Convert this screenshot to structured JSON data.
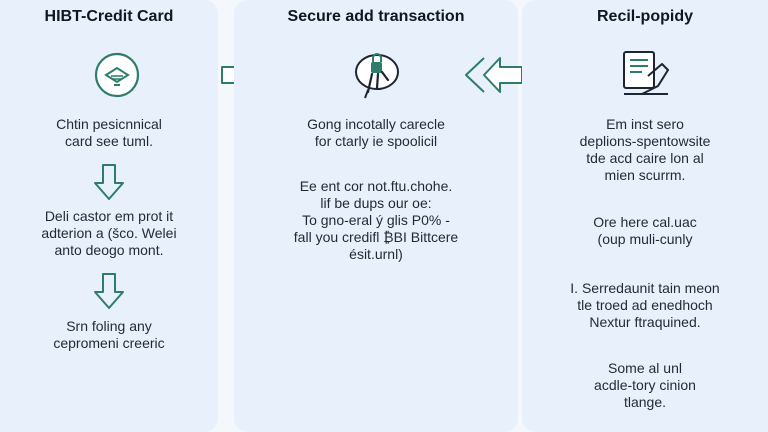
{
  "columns": [
    {
      "title": "HIBT-Credit Card",
      "icon": "card-circle-icon",
      "blocks": [
        [
          "Chtin pesicnnical",
          "card see tuml."
        ],
        [
          "Deli castor em prot it",
          "adterion a (šco. Welei",
          "anto deogo mont."
        ],
        [
          "Srn foling any",
          "cepromeni creeric"
        ]
      ]
    },
    {
      "title": "Secure add transaction",
      "icon": "secure-hand-icon",
      "blocks": [
        [
          "Gong incotally carecle",
          "for ctarly ie spoolicil"
        ],
        [
          "Ee ent cor not.ftu.chohe.",
          "lif be dups our oe:",
          "To gno-eral ý glis P0% -",
          "fall you credifl ₿BI Bittcere",
          "ésit.urnl)"
        ]
      ]
    },
    {
      "title": "Recil-popidy",
      "icon": "receipt-icon",
      "blocks": [
        [
          "Em inst sero",
          "deplions-spentowsite",
          "tde acd caire lon al",
          "mien scurrm."
        ],
        [
          "Ore here cal.uac",
          "(oup muli-cunly"
        ],
        [
          "I. Serredaunit tain meon",
          "tle troed ad enedhoch",
          "Nextur ftraquined."
        ],
        [
          "Some al unl",
          "acdle-tory cinion",
          "tlange."
        ]
      ]
    }
  ],
  "colors": {
    "accent": "#2d7d6a",
    "panel": "#e7f0fb",
    "background": "#f4f8fc"
  }
}
